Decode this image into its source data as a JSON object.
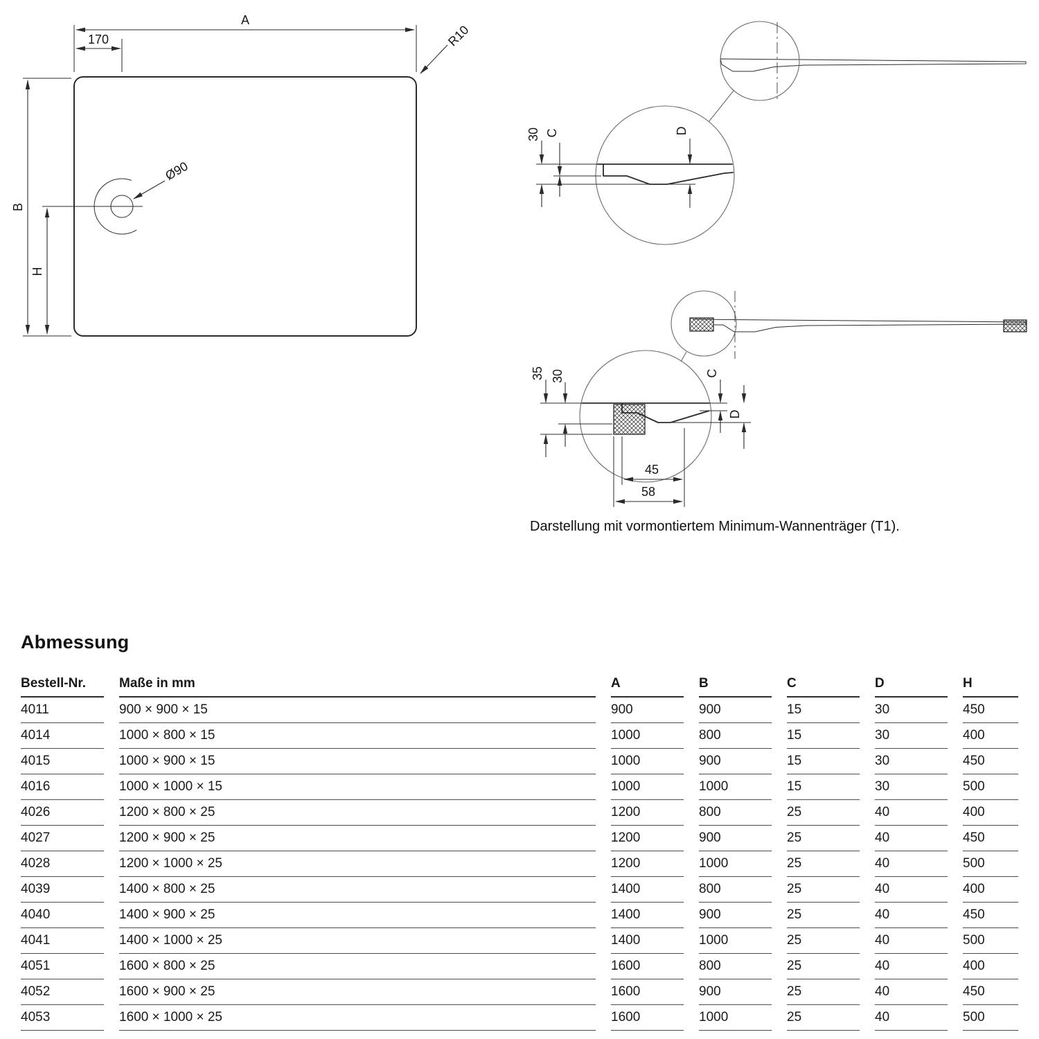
{
  "drawing": {
    "plan": {
      "dim_a": "A",
      "dim_b": "B",
      "dim_h": "H",
      "dim_170": "170",
      "radius": "R10",
      "drain": "Ø90"
    },
    "section_top": {
      "dim_30": "30",
      "dim_c": "C",
      "dim_d": "D"
    },
    "section_bottom": {
      "dim_35": "35",
      "dim_30": "30",
      "dim_c": "C",
      "dim_d": "D",
      "dim_45": "45",
      "dim_58": "58"
    },
    "caption": "Darstellung mit vormontiertem Minimum-Wannenträger (T1)."
  },
  "table": {
    "heading": "Abmessung",
    "columns": [
      "Bestell-Nr.",
      "Maße in mm",
      "A",
      "B",
      "C",
      "D",
      "H"
    ],
    "rows": [
      [
        "4011",
        "900 × 900 × 15",
        "900",
        "900",
        "15",
        "30",
        "450"
      ],
      [
        "4014",
        "1000 × 800 × 15",
        "1000",
        "800",
        "15",
        "30",
        "400"
      ],
      [
        "4015",
        "1000 × 900 × 15",
        "1000",
        "900",
        "15",
        "30",
        "450"
      ],
      [
        "4016",
        "1000 × 1000 × 15",
        "1000",
        "1000",
        "15",
        "30",
        "500"
      ],
      [
        "4026",
        "1200 × 800 × 25",
        "1200",
        "800",
        "25",
        "40",
        "400"
      ],
      [
        "4027",
        "1200 × 900 × 25",
        "1200",
        "900",
        "25",
        "40",
        "450"
      ],
      [
        "4028",
        "1200 × 1000 × 25",
        "1200",
        "1000",
        "25",
        "40",
        "500"
      ],
      [
        "4039",
        "1400 × 800 × 25",
        "1400",
        "800",
        "25",
        "40",
        "400"
      ],
      [
        "4040",
        "1400 × 900 × 25",
        "1400",
        "900",
        "25",
        "40",
        "450"
      ],
      [
        "4041",
        "1400 × 1000 × 25",
        "1400",
        "1000",
        "25",
        "40",
        "500"
      ],
      [
        "4051",
        "1600 × 800 × 25",
        "1600",
        "800",
        "25",
        "40",
        "400"
      ],
      [
        "4052",
        "1600 × 900 × 25",
        "1600",
        "900",
        "25",
        "40",
        "450"
      ],
      [
        "4053",
        "1600 × 1000 × 25",
        "1600",
        "1000",
        "25",
        "40",
        "500"
      ]
    ]
  }
}
